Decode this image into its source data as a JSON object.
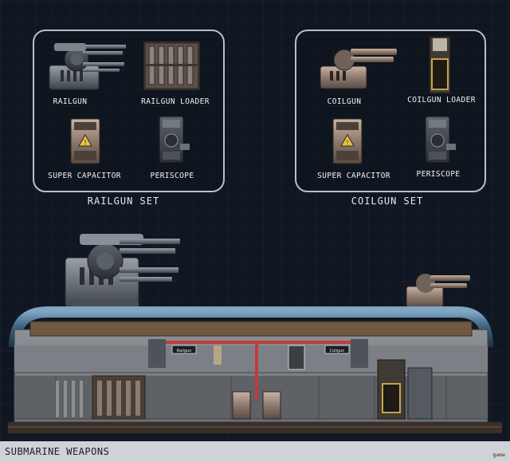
{
  "sets": [
    {
      "title": "RAILGUN SET",
      "items": [
        "RAILGUN",
        "RAILGUN LOADER",
        "SUPER CAPACITOR",
        "PERISCOPE"
      ]
    },
    {
      "title": "COILGUN SET",
      "items": [
        "COILGUN",
        "COILGUN LOADER",
        "SUPER CAPACITOR",
        "PERISCOPE"
      ]
    }
  ],
  "submarine": {
    "sign_left": "Railgun",
    "sign_right": "Coilgun"
  },
  "footer": {
    "title": "SUBMARINE WEAPONS",
    "watermark": "game"
  }
}
